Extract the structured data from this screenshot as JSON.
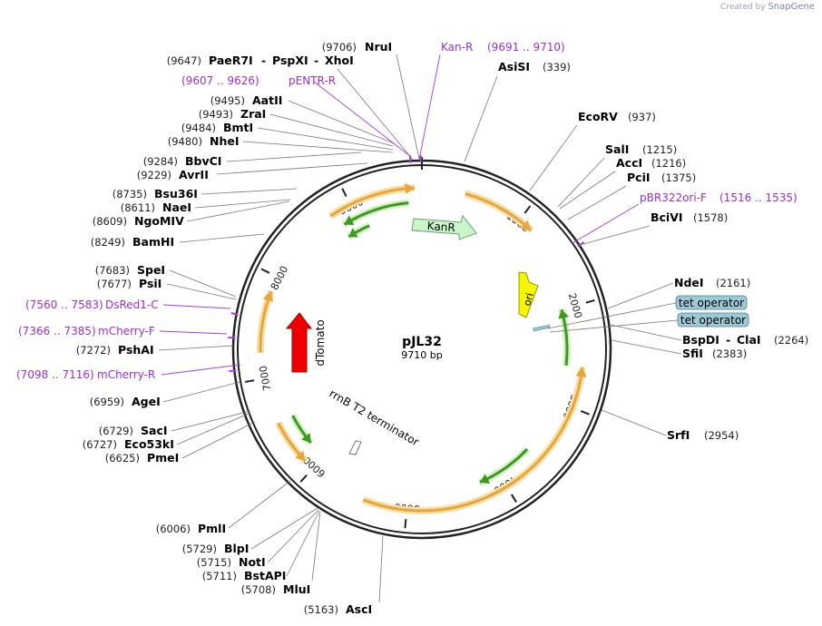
{
  "logo": {
    "prefix": "Created by",
    "brand": "SnapGene"
  },
  "plasmid": {
    "name": "pJL32",
    "size_label": "9710 bp",
    "length": 9710
  },
  "tick_labels": [
    "1000",
    "2000",
    "3000",
    "4000",
    "5000",
    "6000",
    "7000",
    "8000",
    "9000"
  ],
  "sites": [
    {
      "id": "nrui",
      "label": "NruI",
      "pos_label": "(9706)"
    },
    {
      "id": "paer7i",
      "label": "PaeR7I",
      "pos_label": "(9647)"
    },
    {
      "id": "pspxi",
      "label": "PspXI",
      "pos_label": ""
    },
    {
      "id": "xhoi",
      "label": "XhoI",
      "pos_label": ""
    },
    {
      "id": "asisi",
      "label": "AsiSI",
      "pos_label": "(339)"
    },
    {
      "id": "aatii",
      "label": "AatII",
      "pos_label": "(9495)"
    },
    {
      "id": "zrai",
      "label": "ZraI",
      "pos_label": "(9493)"
    },
    {
      "id": "bmti",
      "label": "BmtI",
      "pos_label": "(9484)"
    },
    {
      "id": "nhei",
      "label": "NheI",
      "pos_label": "(9480)"
    },
    {
      "id": "ecorv",
      "label": "EcoRV",
      "pos_label": "(937)"
    },
    {
      "id": "bbvci",
      "label": "BbvCI",
      "pos_label": "(9284)"
    },
    {
      "id": "avrii",
      "label": "AvrII",
      "pos_label": "(9229)"
    },
    {
      "id": "sali",
      "label": "SalI",
      "pos_label": "(1215)"
    },
    {
      "id": "acci",
      "label": "AccI",
      "pos_label": "(1216)"
    },
    {
      "id": "pcii",
      "label": "PciI",
      "pos_label": "(1375)"
    },
    {
      "id": "bsu36i",
      "label": "Bsu36I",
      "pos_label": "(8735)"
    },
    {
      "id": "naei",
      "label": "NaeI",
      "pos_label": "(8611)"
    },
    {
      "id": "ngomiv",
      "label": "NgoMIV",
      "pos_label": "(8609)"
    },
    {
      "id": "bcivi",
      "label": "BciVI",
      "pos_label": "(1578)"
    },
    {
      "id": "bamhi",
      "label": "BamHI",
      "pos_label": "(8249)"
    },
    {
      "id": "spei",
      "label": "SpeI",
      "pos_label": "(7683)"
    },
    {
      "id": "psii",
      "label": "PsiI",
      "pos_label": "(7677)"
    },
    {
      "id": "ndei",
      "label": "NdeI",
      "pos_label": "(2161)"
    },
    {
      "id": "bspdi",
      "label": "BspDI",
      "pos_label": ""
    },
    {
      "id": "clai",
      "label": "ClaI",
      "pos_label": "(2264)"
    },
    {
      "id": "sfii",
      "label": "SfiI",
      "pos_label": "(2383)"
    },
    {
      "id": "pshai",
      "label": "PshAI",
      "pos_label": "(7272)"
    },
    {
      "id": "agei",
      "label": "AgeI",
      "pos_label": "(6959)"
    },
    {
      "id": "srfi",
      "label": "SrfI",
      "pos_label": "(2954)"
    },
    {
      "id": "saci",
      "label": "SacI",
      "pos_label": "(6729)"
    },
    {
      "id": "eco53ki",
      "label": "Eco53kI",
      "pos_label": "(6727)"
    },
    {
      "id": "pmei",
      "label": "PmeI",
      "pos_label": "(6625)"
    },
    {
      "id": "pmli",
      "label": "PmlI",
      "pos_label": "(6006)"
    },
    {
      "id": "blpi",
      "label": "BlpI",
      "pos_label": "(5729)"
    },
    {
      "id": "noti",
      "label": "NotI",
      "pos_label": "(5715)"
    },
    {
      "id": "bstapi",
      "label": "BstAPI",
      "pos_label": "(5711)"
    },
    {
      "id": "mlui",
      "label": "MluI",
      "pos_label": "(5708)"
    },
    {
      "id": "asci",
      "label": "AscI",
      "pos_label": "(5163)"
    }
  ],
  "site_separator": "-",
  "primer_features": [
    {
      "id": "kanr_primer",
      "label": "Kan-R",
      "range": "(9691 .. 9710)"
    },
    {
      "id": "pentr",
      "label": "pENTR-R",
      "range": "(9607 .. 9626)"
    },
    {
      "id": "pbr322",
      "label": "pBR322ori-F",
      "range": "(1516 .. 1535)"
    },
    {
      "id": "dsred",
      "label": "DsRed1-C",
      "range": "(7560 .. 7583)"
    },
    {
      "id": "mcherryf",
      "label": "mCherry-F",
      "range": "(7366 .. 7385)"
    },
    {
      "id": "mcherryr",
      "label": "mCherry-R",
      "range": "(7098 .. 7116)"
    }
  ],
  "inner_features": {
    "kanr": "KanR",
    "ori": "ori",
    "dtomato": "dTomato",
    "terminator": "rrnB T2 terminator",
    "tet_operator_1": "tet operator",
    "tet_operator_2": "tet operator"
  },
  "colors": {
    "backbone": "#222222",
    "orf": "#e7a63a",
    "orf_glow": "#f6dfa7",
    "green_arrow": "#3a9b1f",
    "green_glow": "#d6efc6",
    "kanr_fill": "#c9f5c9",
    "ori_fill": "#f5f500",
    "dtomato_fill": "#ee0000",
    "primer": "#a13fe0",
    "tet_fill": "#9cc9d6"
  }
}
